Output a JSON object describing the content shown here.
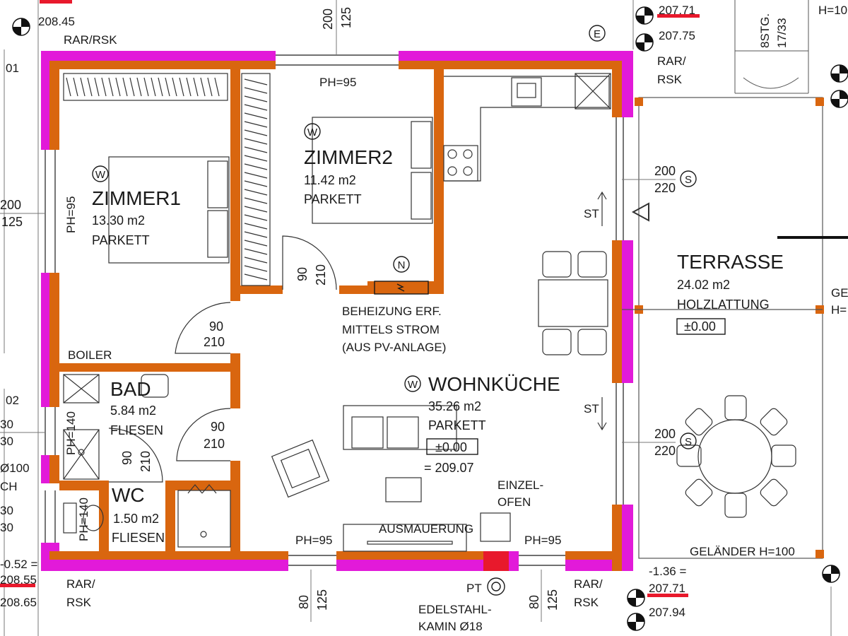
{
  "colors": {
    "wall_orange": "#d9660f",
    "wall_magenta": "#e21ad9",
    "line": "#1a1a1a",
    "red_accent": "#e8192c",
    "gray_line": "#999999"
  },
  "rooms": {
    "zimmer1": {
      "name": "ZIMMER1",
      "area": "13.30 m2",
      "floor": "PARKETT",
      "sill": "PH=95"
    },
    "zimmer2": {
      "name": "ZIMMER2",
      "area": "11.42 m2",
      "floor": "PARKETT",
      "sill": "PH=95"
    },
    "wohnkueche": {
      "name": "WOHNKÜCHE",
      "area": "35.26 m2",
      "floor": "PARKETT",
      "level": "±0.00",
      "abs_level": "= 209.07"
    },
    "bad": {
      "name": "BAD",
      "area": "5.84 m2",
      "floor": "FLIESEN",
      "sill": "PH=140"
    },
    "wc": {
      "name": "WC",
      "area": "1.50 m2",
      "floor": "FLIESEN",
      "sill": "PH=140"
    },
    "terrasse": {
      "name": "TERRASSE",
      "area": "24.02 m2",
      "floor": "HOLZLATTUNG",
      "level": "±0.00"
    }
  },
  "markers": {
    "w": "W",
    "e": "E",
    "n": "N",
    "s": "S"
  },
  "doors": {
    "d1": {
      "w": "90",
      "h": "210"
    },
    "d2": {
      "w": "90",
      "h": "210"
    },
    "d3": {
      "w": "90",
      "h": "210"
    },
    "d4": {
      "w": "90",
      "h": "210"
    }
  },
  "windows": {
    "top": {
      "w": "200",
      "h": "125"
    },
    "left_z1": {
      "w": "200",
      "h": "125"
    },
    "right_upper": {
      "w": "200",
      "h": "220"
    },
    "right_lower": {
      "w": "200",
      "h": "220"
    },
    "bottom_left": {
      "w": "80",
      "h": "125"
    },
    "bottom_right": {
      "w": "80",
      "h": "125"
    },
    "sill_bl": "PH=95",
    "sill_br": "PH=95"
  },
  "notes": {
    "heating_1": "BEHEIZUNG ERF.",
    "heating_2": "MITTELS STROM",
    "heating_3": "(AUS PV-ANLAGE)",
    "boiler": "BOILER",
    "st": "ST",
    "einzel_1": "EINZEL-",
    "einzel_2": "OFEN",
    "ausmauerung": "AUSMAUERUNG",
    "pt": "PT",
    "kamin_1": "EDELSTAHL-",
    "kamin_2": "KAMIN Ø18",
    "gelaender": "GELÄNDER H=100",
    "rar": "RAR/RSK",
    "rar_a": "RAR/",
    "rar_b": "RSK",
    "stairs_a": "8STG.",
    "stairs_b": "17/33"
  },
  "levels": {
    "tl_top": "208.45",
    "tr_top1": "207.71",
    "tr_top2": "207.75",
    "bl_a": "-0.52 =",
    "bl_b": "208.55",
    "bl_c": "208.65",
    "br_a": "-1.36 =",
    "br_b": "207.71",
    "br_c": "207.94"
  },
  "edge_text": {
    "l_01": "01",
    "l_200": "200",
    "l_125": "125",
    "l_02": "02",
    "l_30a": "30",
    "l_30b": "30",
    "l_100": "Ø100",
    "l_ch": "CH",
    "l_30c": "30",
    "l_30d": "30",
    "r_h10": "H=10",
    "r_ge": "GE",
    "r_h": "H="
  }
}
